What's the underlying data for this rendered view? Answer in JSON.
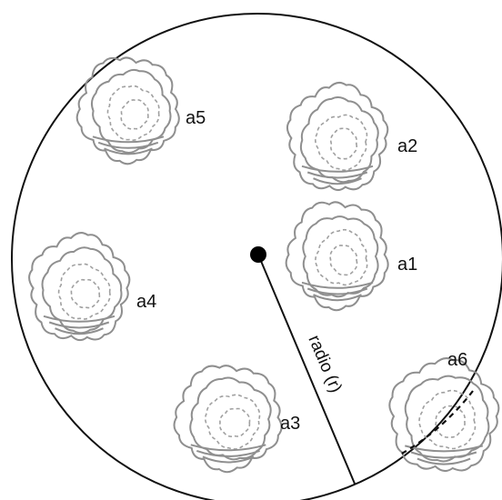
{
  "diagram": {
    "radius_label": "radio (r)",
    "colors": {
      "circle": "#111111",
      "cloud": "#8f8f8f",
      "text": "#111111"
    },
    "clusters": [
      {
        "id": "a1",
        "label": "a1"
      },
      {
        "id": "a2",
        "label": "a2"
      },
      {
        "id": "a3",
        "label": "a3"
      },
      {
        "id": "a4",
        "label": "a4"
      },
      {
        "id": "a5",
        "label": "a5"
      },
      {
        "id": "a6",
        "label": "a6"
      }
    ]
  }
}
